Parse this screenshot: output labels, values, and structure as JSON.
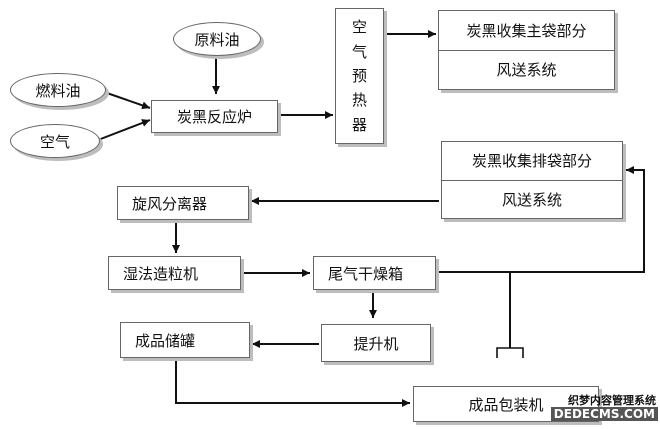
{
  "nodes": {
    "raw_oil": "原料油",
    "fuel_oil": "燃料油",
    "air": "空气",
    "furnace": "炭黑反应炉",
    "preheater": [
      "空",
      "气",
      "预",
      "热",
      "器"
    ],
    "main_bag_top": "炭黑收集主袋部分",
    "main_bag_bottom": "风送系统",
    "exhaust_bag_top": "炭黑收集排袋部分",
    "exhaust_bag_bottom": "风送系统",
    "cyclone": "旋风分离器",
    "granulator": "湿法造粒机",
    "dryer": "尾气干燥箱",
    "elevator": "提升机",
    "storage_tank": "成品储罐",
    "packaging": "成品包装机"
  },
  "watermark": {
    "line1": "织梦内容管理系统",
    "line2": "DEDECMS.COM"
  }
}
